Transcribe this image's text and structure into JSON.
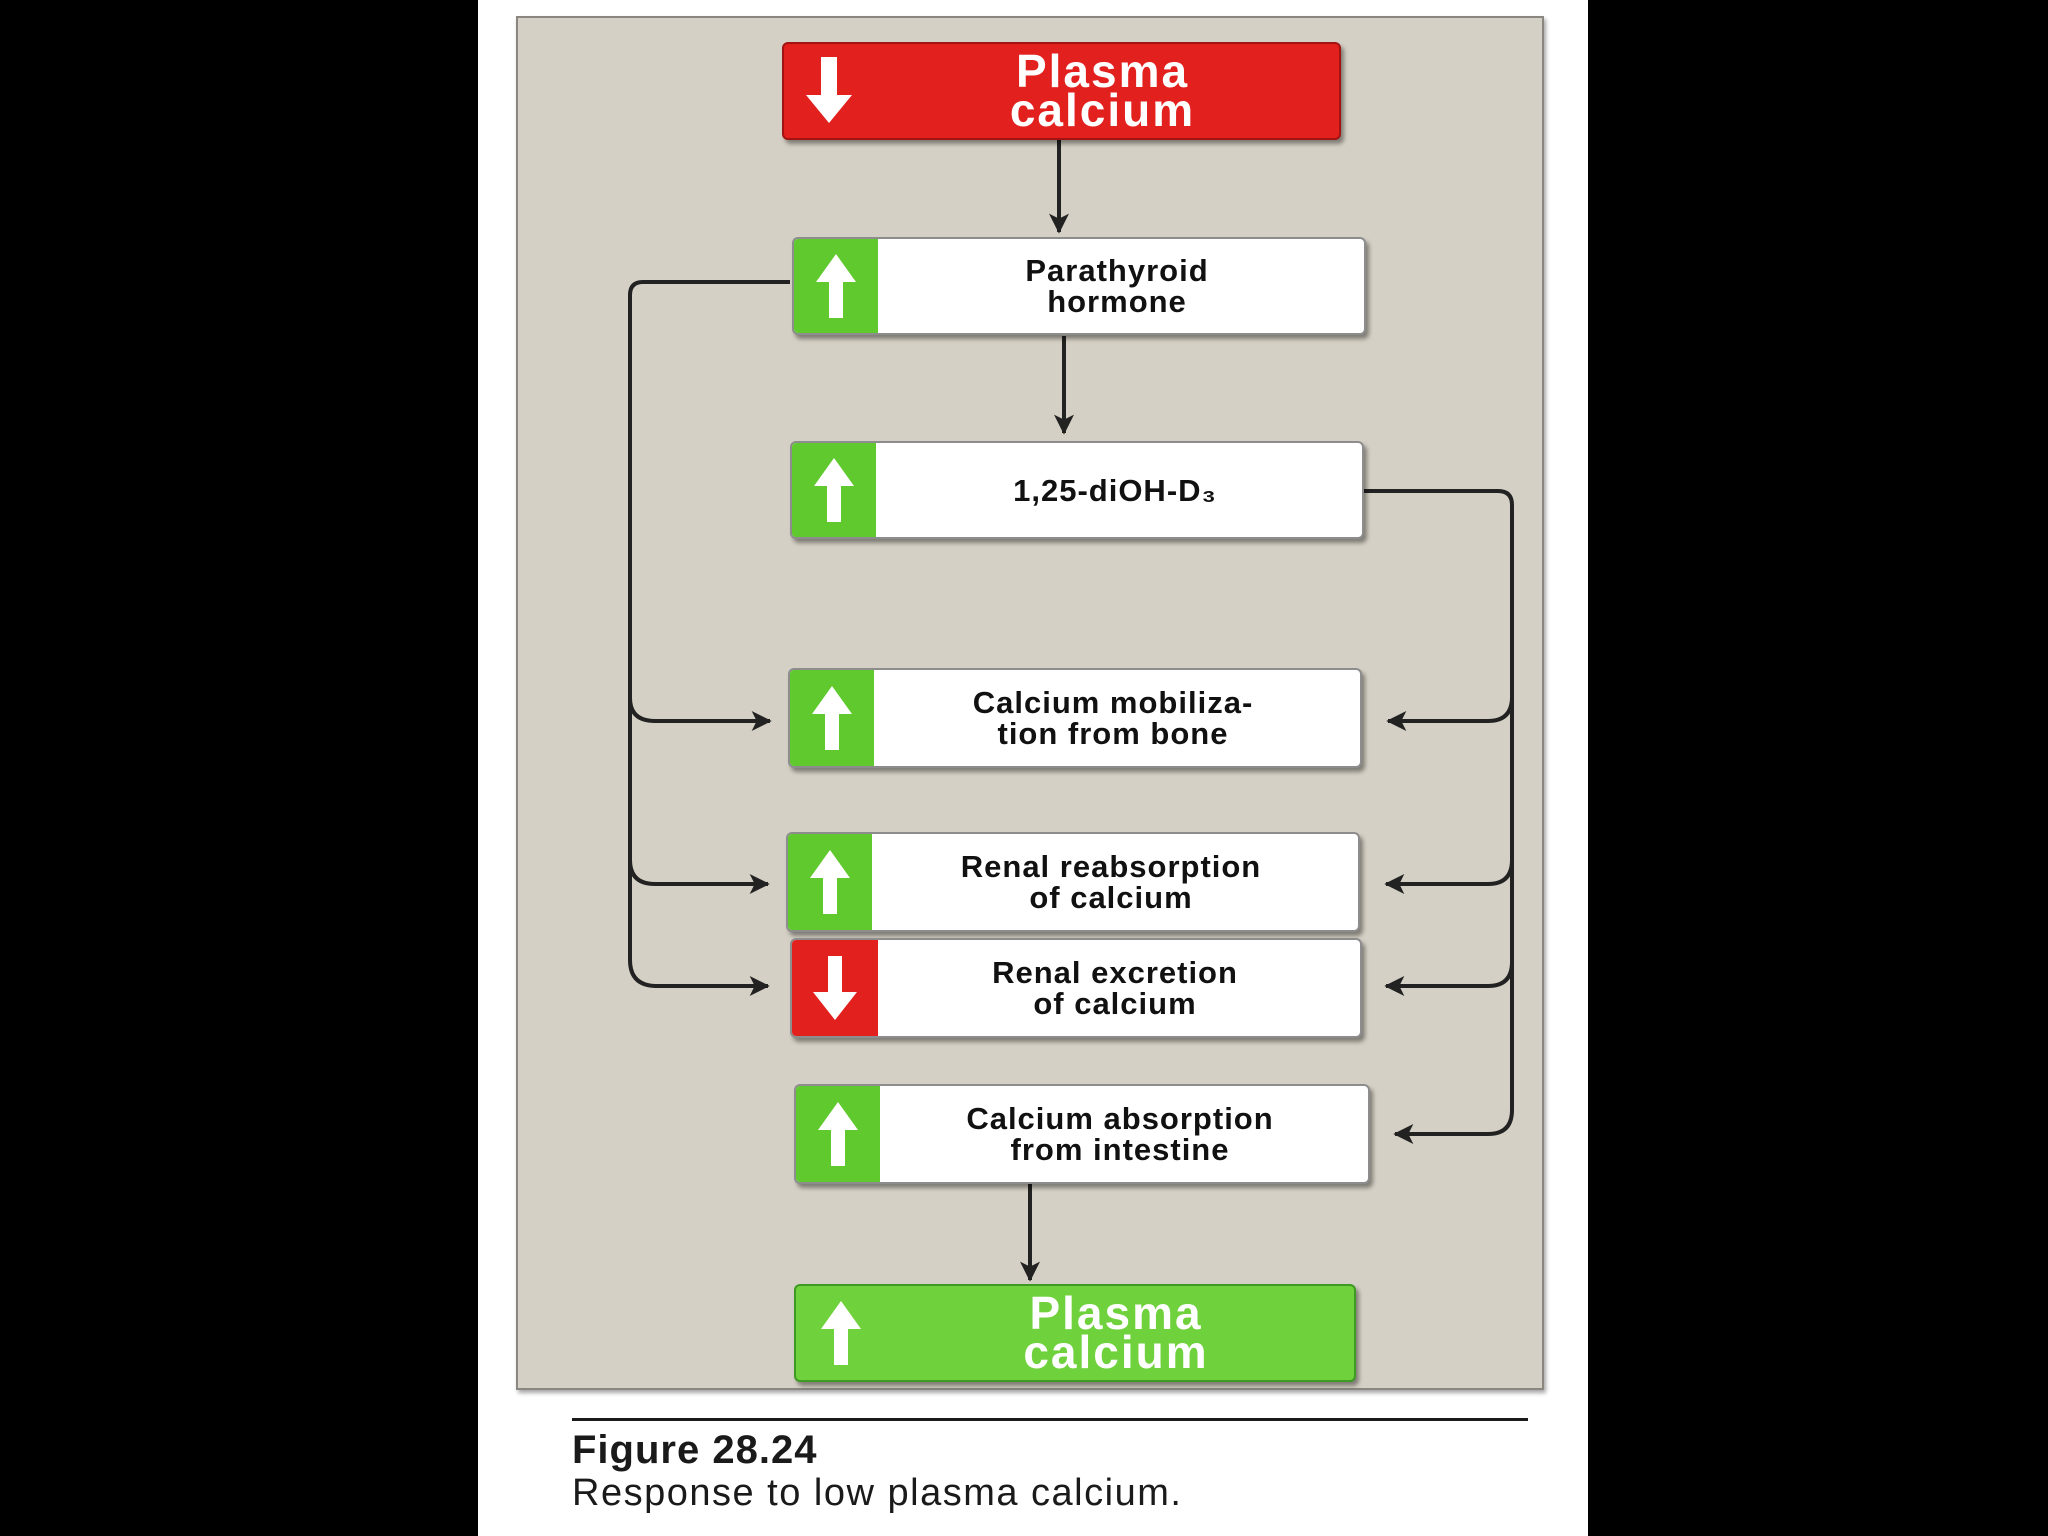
{
  "figure": {
    "title": "Figure 28.24",
    "caption": "Response to low plasma calcium."
  },
  "colors": {
    "increase": "#6fd13c",
    "decrease": "#e2201e",
    "box": "#ffffff",
    "panel": "#d5d0c5"
  },
  "nodes": {
    "plasma_calcium_low": {
      "label": "Plasma\ncalcium",
      "direction": "down"
    },
    "pth": {
      "label": "Parathyroid\nhormone",
      "direction": "up"
    },
    "vitamin_d": {
      "label": "1,25-diOH-D₃",
      "direction": "up"
    },
    "bone_mobilization": {
      "label": "Calcium mobiliza-\ntion from bone",
      "direction": "up"
    },
    "renal_reabsorption": {
      "label": "Renal reabsorption\nof calcium",
      "direction": "up"
    },
    "renal_excretion": {
      "label": "Renal excretion\nof calcium",
      "direction": "down"
    },
    "intestinal_absorption": {
      "label": "Calcium absorption\nfrom intestine",
      "direction": "up"
    },
    "plasma_calcium_high": {
      "label": "Plasma\ncalcium",
      "direction": "up"
    }
  },
  "edges": [
    {
      "from": "plasma_calcium_low",
      "to": "pth"
    },
    {
      "from": "pth",
      "to": "vitamin_d"
    },
    {
      "from": "pth",
      "to": "bone_mobilization"
    },
    {
      "from": "pth",
      "to": "renal_reabsorption"
    },
    {
      "from": "pth",
      "to": "renal_excretion"
    },
    {
      "from": "vitamin_d",
      "to": "bone_mobilization"
    },
    {
      "from": "vitamin_d",
      "to": "renal_reabsorption"
    },
    {
      "from": "vitamin_d",
      "to": "renal_excretion"
    },
    {
      "from": "vitamin_d",
      "to": "intestinal_absorption"
    },
    {
      "from": "intestinal_absorption",
      "to": "plasma_calcium_high"
    }
  ]
}
